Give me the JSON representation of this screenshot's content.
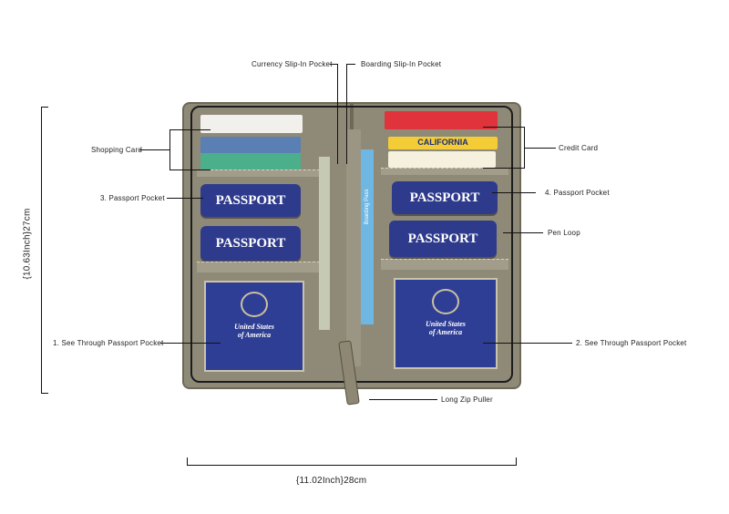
{
  "labels": {
    "currency": "Currency Slip-In Pocket",
    "boarding": "Boarding Slip-In Pocket",
    "shopping": "Shopping Card",
    "credit": "Credit Card",
    "pp3": "3. Passport Pocket",
    "pp4": "4. Passport Pocket",
    "pen": "Pen Loop",
    "see1": "1. See Through Passport Pocket",
    "see2": "2. See Through Passport Pocket",
    "zip": "Long Zip Puller"
  },
  "dimensions": {
    "height": "{10.63Inch}27cm",
    "width": "{11.02Inch}28cm"
  },
  "wallet": {
    "passport_word": "PASSPORT",
    "country": "United States",
    "country2": "of America",
    "card_state": "CALIFORNIA",
    "boarding_pass": "Boarding Pass"
  }
}
